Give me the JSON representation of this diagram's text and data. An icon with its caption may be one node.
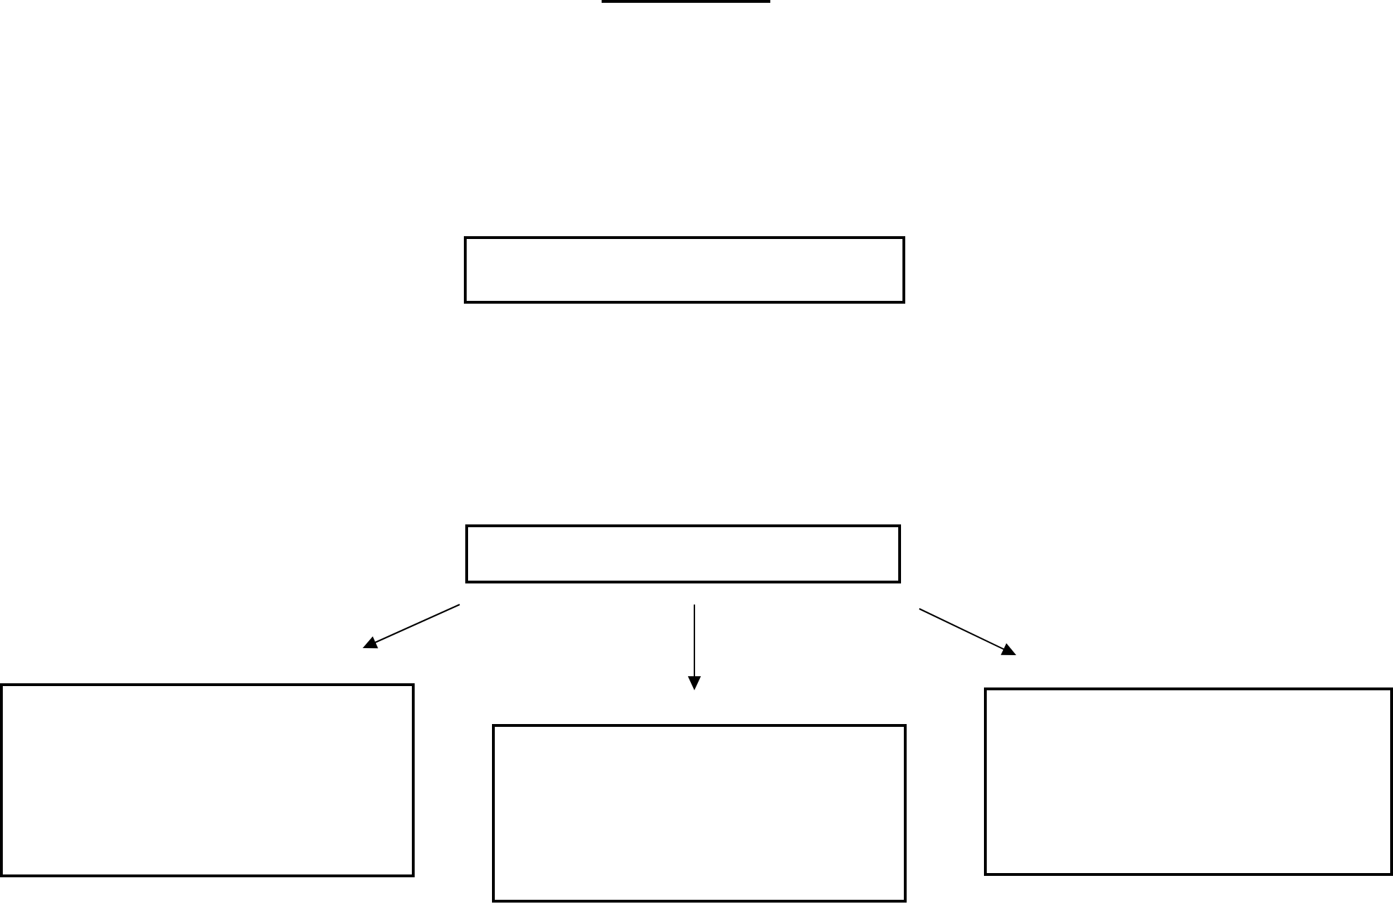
{
  "diagram": {
    "nodes": [
      {
        "text": [],
        "shape": "box"
      },
      {
        "text": [],
        "shape": "box"
      },
      {
        "text": [],
        "shape": "box"
      },
      {
        "text": [],
        "shape": "box"
      },
      {
        "text": [],
        "shape": "box"
      }
    ],
    "edges": [
      {
        "from": 1,
        "to": 2,
        "arrow": "to"
      },
      {
        "from": 1,
        "to": 3,
        "arrow": "to"
      },
      {
        "from": 1,
        "to": 4,
        "arrow": "to"
      }
    ]
  }
}
